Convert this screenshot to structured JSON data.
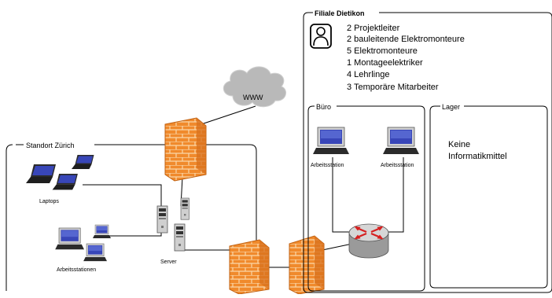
{
  "cloud_label": "WWW",
  "zurich": {
    "title": "Standort Zürich",
    "laptops_label": "Laptops",
    "workstations_label": "Arbeitsstationen",
    "server_label": "Server"
  },
  "dietikon": {
    "title": "Filiale Dietikon",
    "staff": [
      "2  Projektleiter",
      "2 bauleitende  Elektromonteure",
      "5 Elektromonteure",
      "1 Montageelektriker",
      "4 Lehrlinge",
      "3 Temporäre Mitarbeiter"
    ],
    "buero": {
      "title": "Büro",
      "ws1_label": "Arbeitsstation",
      "ws2_label": "Arbeitsstation"
    },
    "lager": {
      "title": "Lager",
      "note_line1": "Keine",
      "note_line2": "Informatikmittel"
    }
  },
  "colors": {
    "firewall_orange": "#f08a2c",
    "firewall_mortar": "#fbd6a8",
    "cloud_gray": "#b9b9b9",
    "screen_blue": "#3846b8",
    "router_gray": "#9a9a9a",
    "router_red": "#d62020"
  }
}
